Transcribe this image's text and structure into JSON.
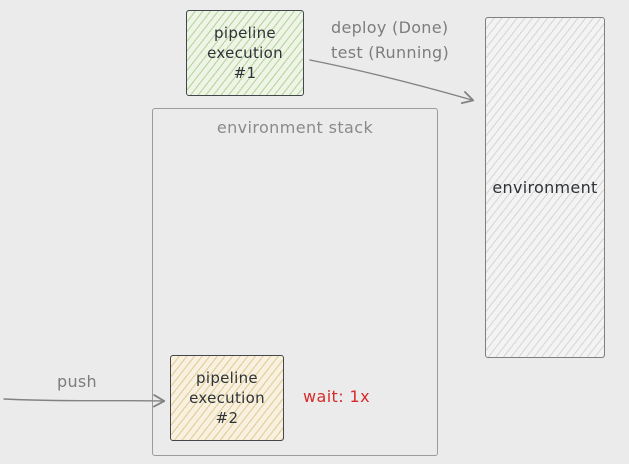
{
  "nodes": {
    "pipeline_execution_1": {
      "label": "pipeline\nexecution\n#1"
    },
    "pipeline_execution_2": {
      "label": "pipeline\nexecution\n#2"
    },
    "environment": {
      "label": "environment"
    },
    "environment_stack": {
      "label": "environment stack"
    }
  },
  "edges": {
    "deploy": {
      "label": "deploy (Done)\ntest (Running)"
    },
    "push": {
      "label": "push"
    }
  },
  "annotations": {
    "wait": {
      "label": "wait: 1x",
      "color": "#d62b2b"
    }
  },
  "colors": {
    "canvas_bg": "#ebebeb",
    "pipeline1_fill": "#eef5e6",
    "pipeline1_hatch": "#b9d8a3",
    "pipeline2_fill": "#f8f1df",
    "pipeline2_hatch": "#e4cf9f",
    "environment_fill": "#f3f3f3",
    "environment_hatch": "#d7d7d7",
    "box_border_dark": "#43464b",
    "outline_gray": "#9b9b9b",
    "arrow_gray": "#828282",
    "label_gray": "#7d7d7d",
    "text_dark": "#2e3338",
    "wait_red": "#d62b2b"
  }
}
